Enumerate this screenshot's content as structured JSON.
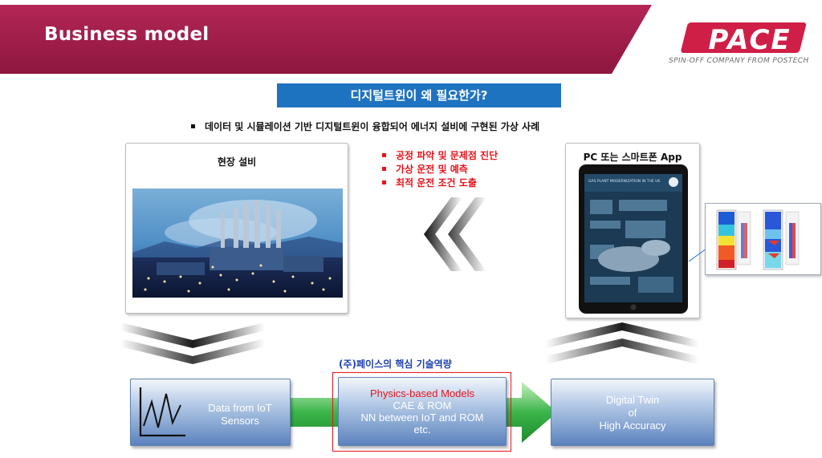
{
  "header": {
    "title": "Business model",
    "logo_text": "PACE",
    "logo_subtitle": "SPIN-OFF COMPANY FROM POSTECH",
    "band_color": "#a11d4a"
  },
  "subtitle": "디지털트윈이 왜 필요한가?",
  "bullet": "데이터 및 시뮬레이션 기반 디지털트윈이 융합되어 에너지 설비에 구현된 가상 사례",
  "left_panel": {
    "label": "현장 설비",
    "image": "power-plant-photo"
  },
  "benefits": [
    "공정 파악 및 문제점 진단",
    "가상 운전 및 예측",
    "최적 운전 조건 도출"
  ],
  "right_panel": {
    "label": "PC 또는 스마트폰 App",
    "tablet_screen_title": "GAS PLANT MODERNIZATION IN THE UK"
  },
  "core_title": "(주)페이스의 핵심 기술역량",
  "flow": {
    "sensors": {
      "line1": "Data from IoT",
      "line2": "Sensors"
    },
    "models": {
      "heading": "Physics-based Models",
      "line1": "CAE & ROM",
      "line2": "NN between IoT and ROM",
      "line3": "etc."
    },
    "twin": {
      "line1": "Digital Twin",
      "line2": "of",
      "line3": "High Accuracy"
    }
  },
  "colors": {
    "accent_blue": "#1e73c1",
    "benefit_red": "#e8141c",
    "core_blue": "#1c3fb0",
    "arrow_green": "#3bb54a"
  }
}
